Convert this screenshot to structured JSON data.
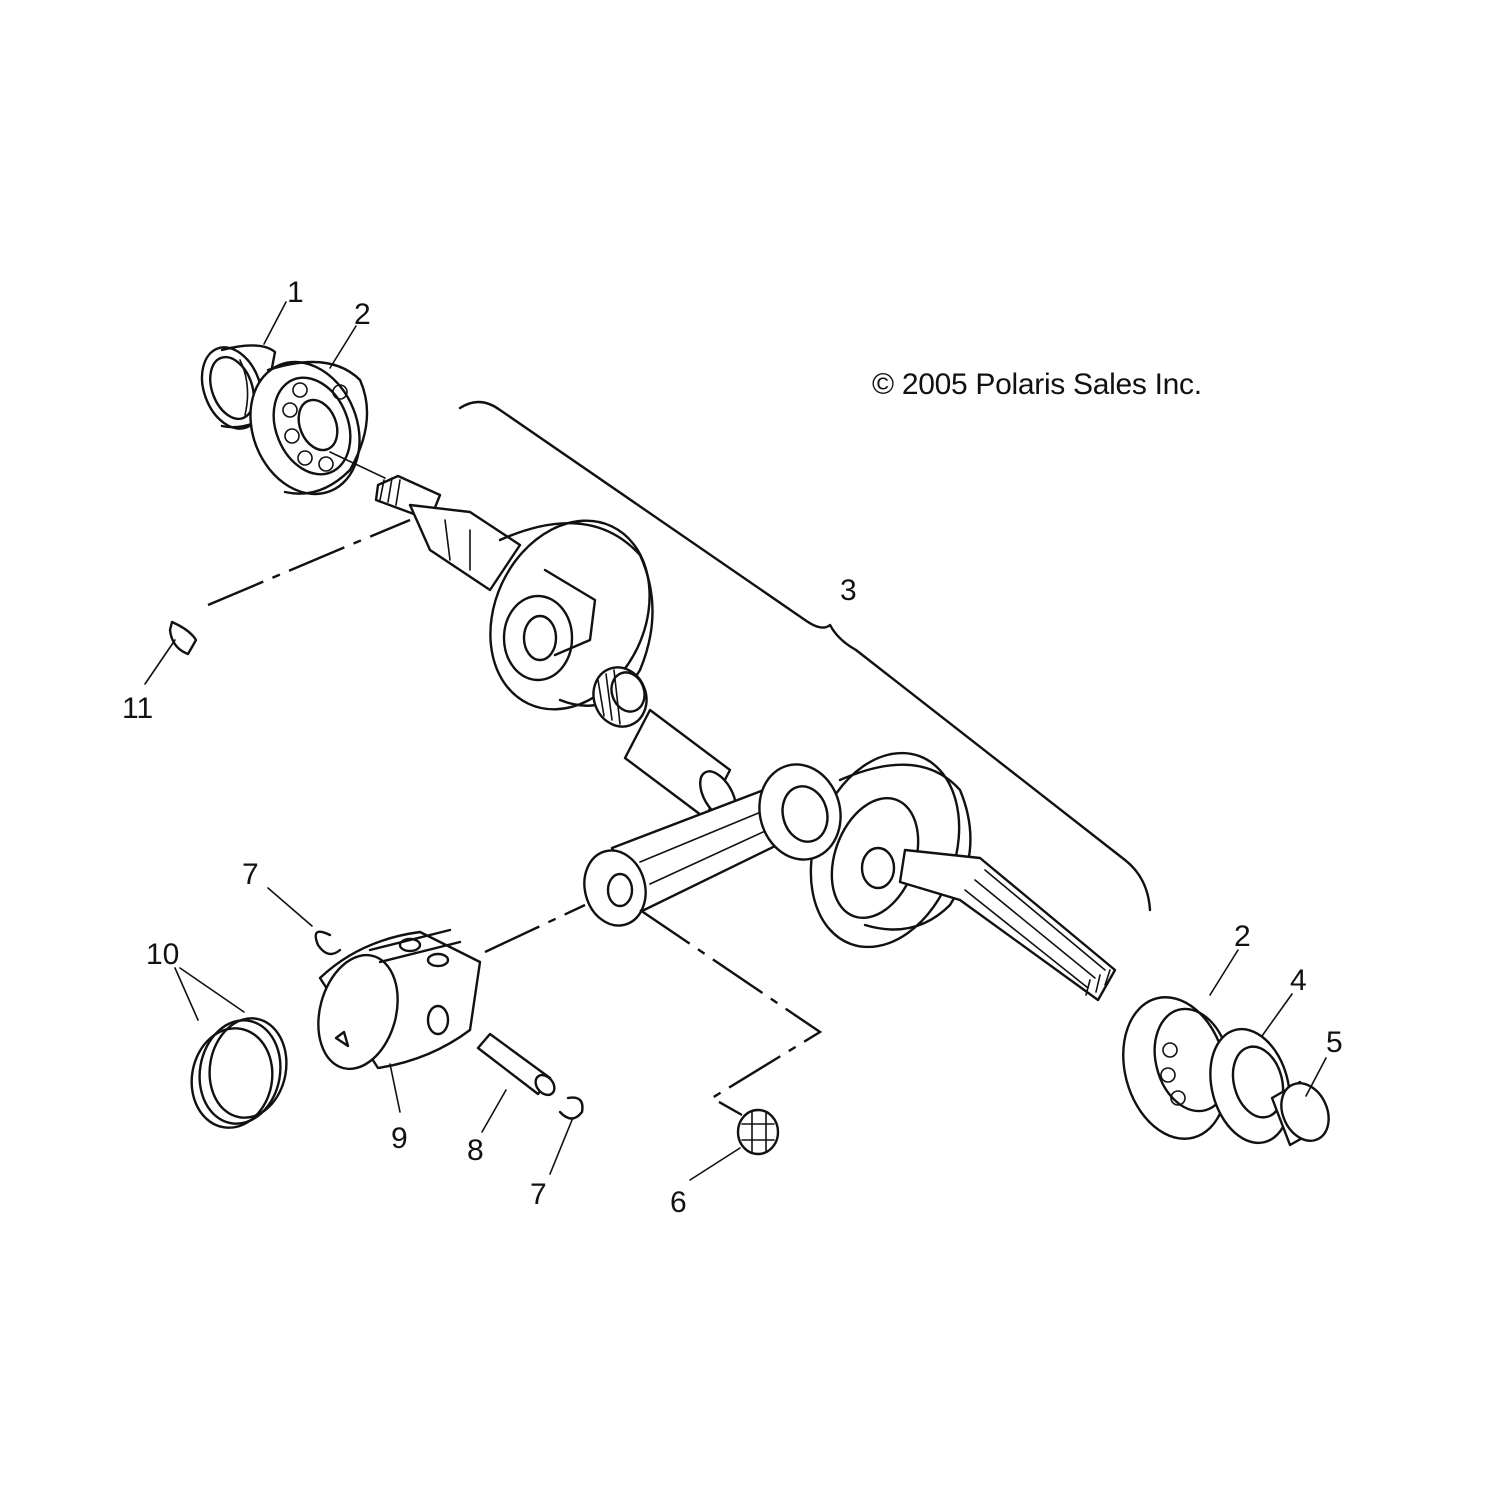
{
  "copyright": "© 2005 Polaris Sales Inc.",
  "callouts": [
    {
      "id": "c1",
      "label": "1"
    },
    {
      "id": "c2a",
      "label": "2"
    },
    {
      "id": "c3",
      "label": "3"
    },
    {
      "id": "c11",
      "label": "11"
    },
    {
      "id": "c7a",
      "label": "7"
    },
    {
      "id": "c10",
      "label": "10"
    },
    {
      "id": "c9",
      "label": "9"
    },
    {
      "id": "c8",
      "label": "8"
    },
    {
      "id": "c7b",
      "label": "7"
    },
    {
      "id": "c6",
      "label": "6"
    },
    {
      "id": "c2b",
      "label": "2"
    },
    {
      "id": "c4",
      "label": "4"
    },
    {
      "id": "c5",
      "label": "5"
    }
  ]
}
